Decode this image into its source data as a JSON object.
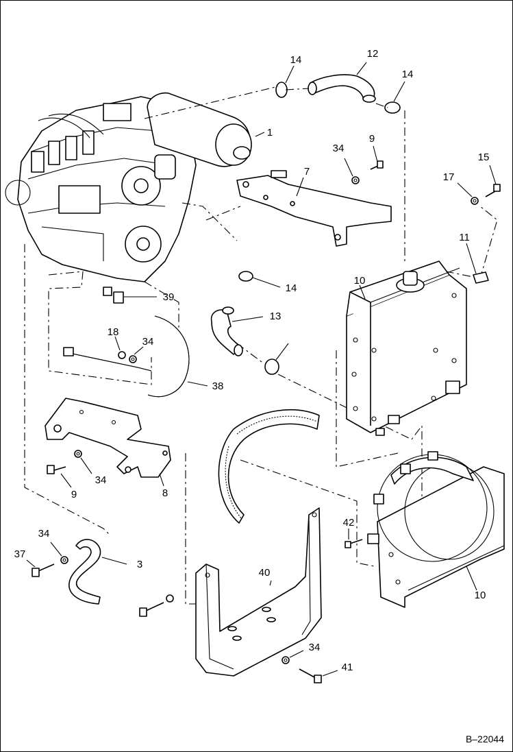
{
  "callouts": [
    {
      "id": "c-1",
      "text": "1"
    },
    {
      "id": "c-3",
      "text": "3"
    },
    {
      "id": "c-7",
      "text": "7"
    },
    {
      "id": "c-8",
      "text": "8"
    },
    {
      "id": "c-9-top",
      "text": "9"
    },
    {
      "id": "c-9-bottom",
      "text": "9"
    },
    {
      "id": "c-10-fan",
      "text": "10"
    },
    {
      "id": "c-10-rad",
      "text": "10"
    },
    {
      "id": "c-11",
      "text": "11"
    },
    {
      "id": "c-12",
      "text": "12"
    },
    {
      "id": "c-13",
      "text": "13"
    },
    {
      "id": "c-14-a",
      "text": "14"
    },
    {
      "id": "c-14-b",
      "text": "14"
    },
    {
      "id": "c-14-c",
      "text": "14"
    },
    {
      "id": "c-15",
      "text": "15"
    },
    {
      "id": "c-17",
      "text": "17"
    },
    {
      "id": "c-18",
      "text": "18"
    },
    {
      "id": "c-34-a",
      "text": "34"
    },
    {
      "id": "c-34-b",
      "text": "34"
    },
    {
      "id": "c-34-c",
      "text": "34"
    },
    {
      "id": "c-34-d",
      "text": "34"
    },
    {
      "id": "c-34-e",
      "text": "34"
    },
    {
      "id": "c-37",
      "text": "37"
    },
    {
      "id": "c-38",
      "text": "38"
    },
    {
      "id": "c-39",
      "text": "39"
    },
    {
      "id": "c-40",
      "text": "40"
    },
    {
      "id": "c-41",
      "text": "41"
    },
    {
      "id": "c-42",
      "text": "42"
    }
  ],
  "figure_reference": "B–22044"
}
